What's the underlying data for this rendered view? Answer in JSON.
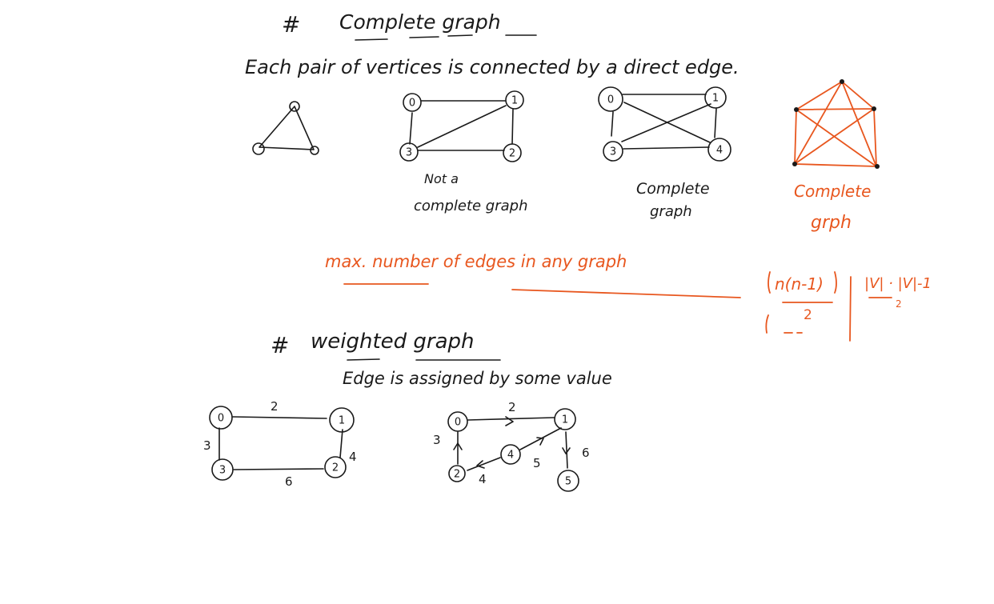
{
  "complete_section": {
    "heading_hash": "#",
    "heading": "Complete graph",
    "definition": "Each pair of vertices is connected by a direct edge.",
    "graph_b": {
      "nodes": [
        "0",
        "1",
        "3",
        "2"
      ],
      "caption_line1": "Not a",
      "caption_line2": "complete graph"
    },
    "graph_c": {
      "nodes": [
        "0",
        "1",
        "3",
        "4"
      ],
      "caption_line1": "Complete",
      "caption_line2": "graph"
    },
    "graph_d": {
      "caption_line1": "Complete",
      "caption_line2": "grph"
    }
  },
  "max_edges": {
    "text": "max. number of edges in any graph",
    "formula_numerator": "n(n-1)",
    "formula_denominator": "2",
    "formula_alt_numerator": "|V| · |V|-1",
    "formula_alt_denominator": "2",
    "color": "#e8571f"
  },
  "weighted_section": {
    "heading_hash": "#",
    "heading": "weighted graph",
    "definition": "Edge is assigned by some value",
    "graph_a": {
      "nodes": [
        "0",
        "1",
        "3",
        "2"
      ],
      "weights": [
        "2",
        "3",
        "4",
        "6"
      ]
    },
    "graph_b": {
      "nodes": [
        "0",
        "1",
        "4",
        "2",
        "5"
      ],
      "weights": [
        "2",
        "3",
        "5",
        "4",
        "6"
      ]
    }
  }
}
